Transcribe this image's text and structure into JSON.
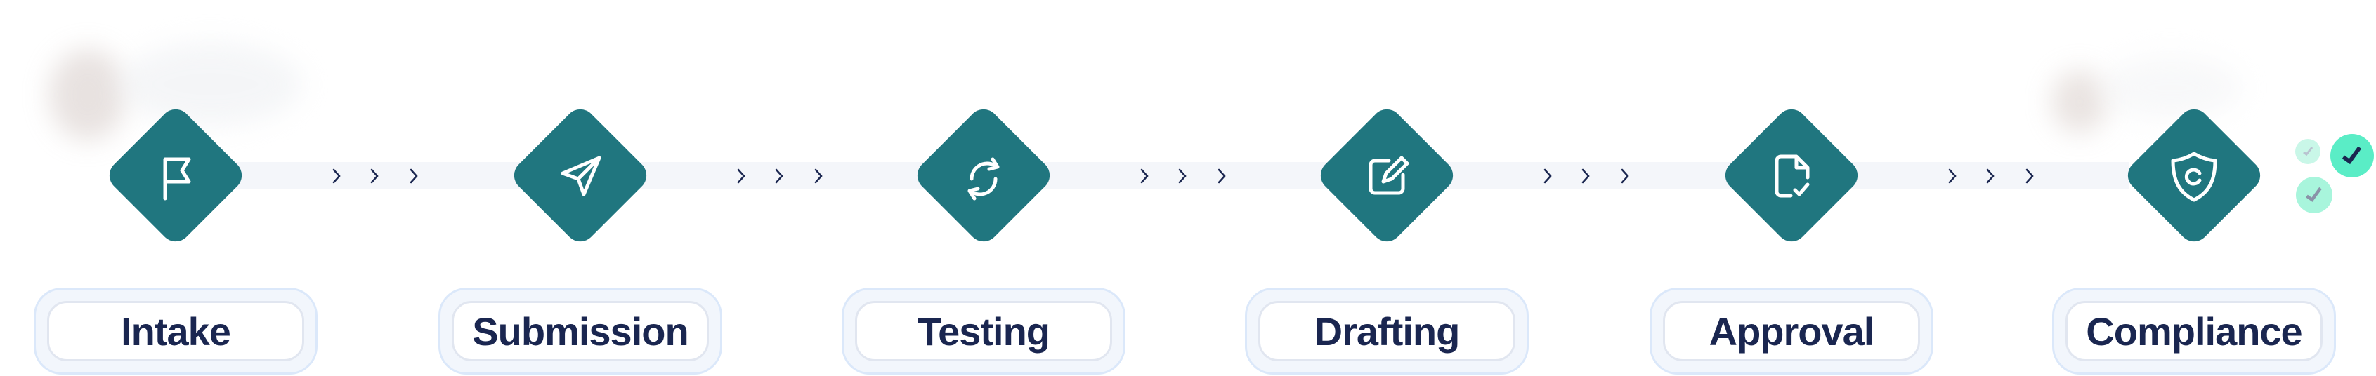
{
  "steps": [
    {
      "label": "Intake",
      "icon": "flag-icon"
    },
    {
      "label": "Submission",
      "icon": "send-icon"
    },
    {
      "label": "Testing",
      "icon": "refresh-icon"
    },
    {
      "label": "Drafting",
      "icon": "edit-icon"
    },
    {
      "label": "Approval",
      "icon": "file-check-icon"
    },
    {
      "label": "Compliance",
      "icon": "shield-copyright-icon"
    }
  ],
  "colors": {
    "diamond": "#20767f",
    "label_text": "#1a2650",
    "check_primary": "#5aedc6",
    "check_secondary": "#a8f5dc"
  }
}
